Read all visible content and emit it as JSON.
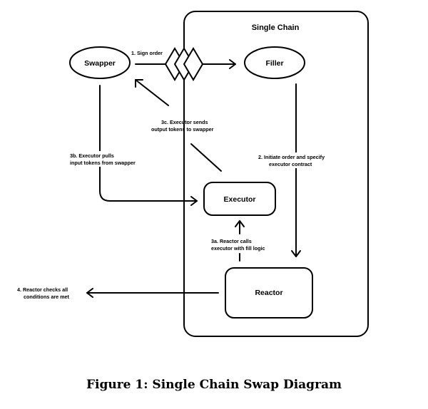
{
  "region": {
    "title": "Single Chain"
  },
  "nodes": {
    "swapper": "Swapper",
    "filler": "Filler",
    "executor": "Executor",
    "reactor": "Reactor"
  },
  "steps": {
    "s1": "1. Sign order",
    "s2_line1": "2. Initiate order and specify",
    "s2_line2": "executor contract",
    "s3c_line1": "3c. Executor sends",
    "s3c_line2": "output tokens to swapper",
    "s3b_line1": "3b. Executor pulls",
    "s3b_line2": "input tokens from swapper",
    "s3a_line1": "3a. Reactor calls",
    "s3a_line2": "executor with fill logic",
    "s4_line1": "4. Reactor checks all",
    "s4_line2": "conditions are met"
  },
  "caption": "Figure 1: Single Chain Swap Diagram"
}
